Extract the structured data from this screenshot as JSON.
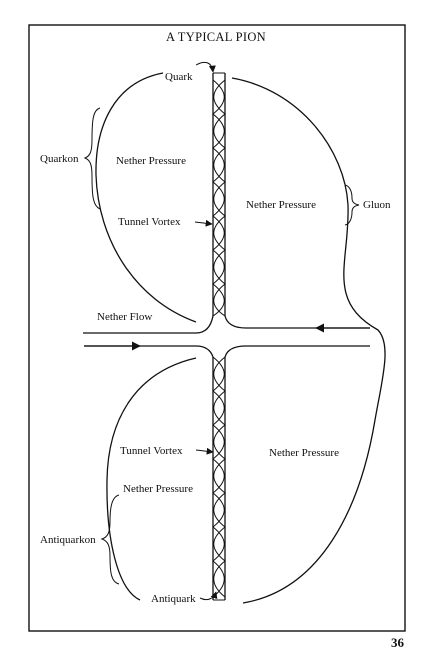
{
  "title": "A TYPICAL PION",
  "page_number": "36",
  "labels": {
    "quark": "Quark",
    "quarkon": "Quarkon",
    "nether_pressure_upper_left": "Nether Pressure",
    "tunnel_vortex_upper": "Tunnel Vortex",
    "nether_pressure_upper_right": "Nether Pressure",
    "gluon": "Gluon",
    "nether_flow": "Nether Flow",
    "tunnel_vortex_lower": "Tunnel Vortex",
    "nether_pressure_lower_right": "Nether Pressure",
    "nether_pressure_lower_left": "Nether Pressure",
    "antiquarkon": "Antiquarkon",
    "antiquark": "Antiquark"
  },
  "colors": {
    "ink": "#111111",
    "paper": "#ffffff"
  }
}
